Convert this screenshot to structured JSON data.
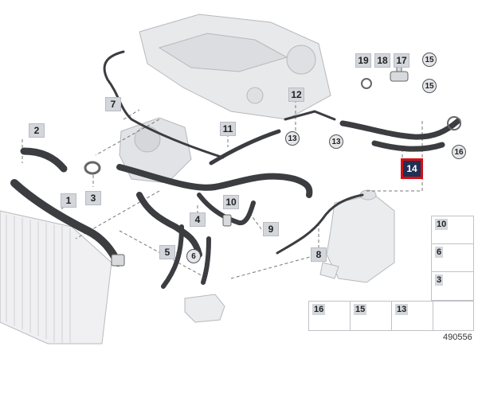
{
  "diagram_id": "490556",
  "callouts": {
    "c1": "1",
    "c2": "2",
    "c3": "3",
    "c4": "4",
    "c5": "5",
    "c6": "6",
    "c7": "7",
    "c8": "8",
    "c9": "9",
    "c10": "10",
    "c11": "11",
    "c12": "12",
    "c13a": "13",
    "c13b": "13",
    "c14": "14",
    "c15a": "15",
    "c15b": "15",
    "c16": "16",
    "c17": "17",
    "c18": "18",
    "c19": "19"
  },
  "legend": {
    "side": [
      "10",
      "6",
      "3"
    ],
    "bottom": [
      "16",
      "15",
      "13"
    ]
  },
  "colors": {
    "highlight_fill": "#1f2f55",
    "highlight_border": "#d40f14",
    "callout_fill": "#d3d6db",
    "hose": "#3b3d41"
  }
}
